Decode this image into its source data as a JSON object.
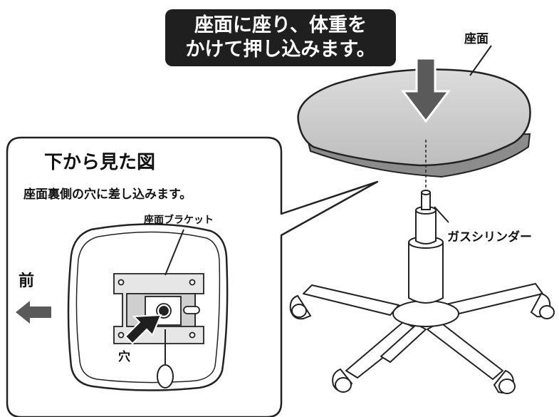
{
  "instruction": {
    "line1": "座面に座り、体重を",
    "line2": "かけて押し込みます。"
  },
  "labels": {
    "seat": "座面",
    "gas_cylinder": "ガスシリンダー",
    "bottom_view_title": "下から見た図",
    "bottom_view_caption": "座面裏側の穴に差し込みます。",
    "seat_bracket": "座面ブラケット",
    "front": "前",
    "hole": "穴"
  },
  "colors": {
    "seat_fill": "#cfcfcf",
    "arrow_fill": "#5a5a5a",
    "banner_fill": "#1f1f1f"
  }
}
